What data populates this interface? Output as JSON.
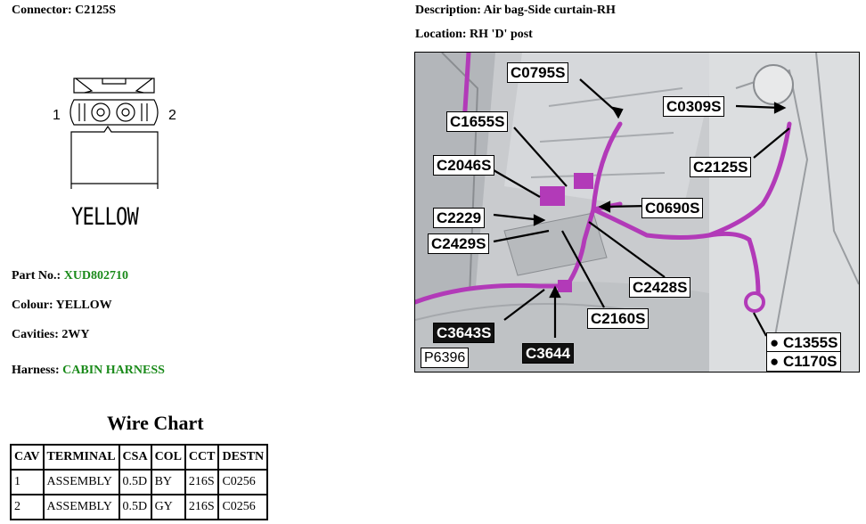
{
  "connector_label": "Connector: C2125S",
  "description_label": "Description: Air bag-Side curtain-RH",
  "location_label": "Location: RH 'D' post",
  "connector_diagram": {
    "pin_left": "1",
    "pin_right": "2",
    "color_caption": "YELLOW"
  },
  "part": {
    "label": "Part No.: ",
    "value": "XUD802710"
  },
  "colour_label": "Colour: YELLOW",
  "cavities_label": "Cavities: 2WY",
  "harness": {
    "label": "Harness: ",
    "value": "CABIN HARNESS"
  },
  "wire_chart": {
    "title": "Wire Chart",
    "columns": [
      "CAV",
      "TERMINAL",
      "CSA",
      "COL",
      "CCT",
      "DESTN"
    ],
    "rows": [
      [
        "1",
        "ASSEMBLY",
        "0.5D",
        "BY",
        "216S",
        "C0256"
      ],
      [
        "2",
        "ASSEMBLY",
        "0.5D",
        "GY",
        "216S",
        "C0256"
      ]
    ]
  },
  "photo": {
    "callouts": [
      "C0795S",
      "C1655S",
      "C0309S",
      "C2046S",
      "C2125S",
      "C0690S",
      "C2229",
      "C2429S",
      "C2428S",
      "C2160S",
      "C3643S",
      "C3644",
      "C1355S",
      "C1170S"
    ],
    "image_id": "P6396"
  },
  "colors": {
    "link_green": "#1a8a1a",
    "harness_purple": "#b23ab8"
  }
}
